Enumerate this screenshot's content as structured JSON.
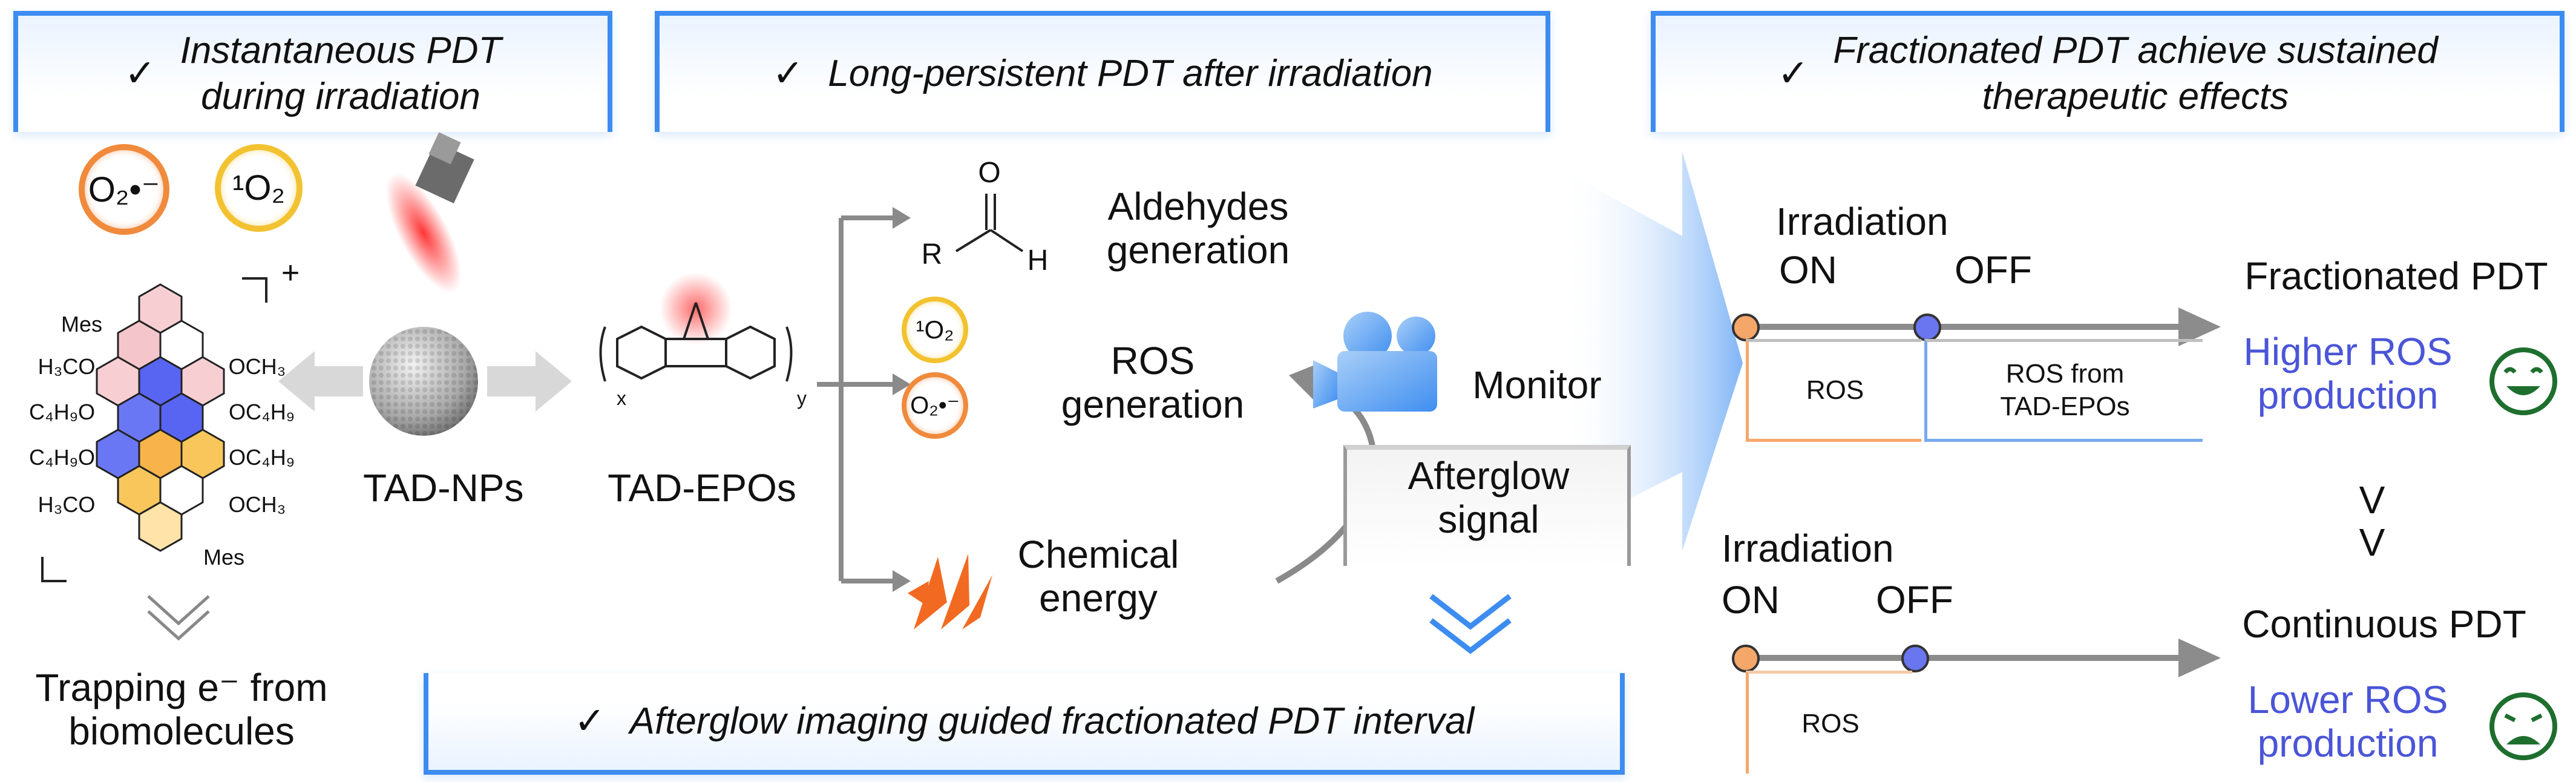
{
  "headers": {
    "h1": "Instantaneous PDT during irradiation",
    "h1_line1": "Instantaneous PDT",
    "h1_line2": "during irradiation",
    "h2": "Long-persistent PDT after irradiation",
    "h3_line1": "Fractionated PDT achieve sustained",
    "h3_line2": "therapeutic effects",
    "bottom": "Afterglow imaging guided fractionated PDT interval",
    "check": "✓"
  },
  "left": {
    "superoxide": "O₂•⁻",
    "singlet": "¹O₂",
    "tad_nps": "TAD-NPs",
    "trapping_line1": "Trapping e⁻ from",
    "trapping_line2": "biomolecules",
    "charge": "+",
    "mes_top": "Mes",
    "mes_bottom": "Mes",
    "sub_h3co_1": "H₃CO",
    "sub_c4h9o_1": "C₄H₉O",
    "sub_c4h9o_2": "C₄H₉O",
    "sub_h3co_2": "H₃CO",
    "sub_och3_1": "OCH₃",
    "sub_oc4h9_1": "OC₄H₉",
    "sub_oc4h9_2": "OC₄H₉",
    "sub_och3_2": "OCH₃"
  },
  "middle": {
    "tad_epos": "TAD-EPOs",
    "epo_x": "x",
    "epo_y": "y",
    "aldehyde_R": "R",
    "aldehyde_O": "O",
    "aldehyde_H": "H",
    "aldehydes_line1": "Aldehydes",
    "aldehydes_line2": "generation",
    "ros_line1": "ROS",
    "ros_line2": "generation",
    "chem_line1": "Chemical",
    "chem_line2": "energy",
    "singlet": "¹O₂",
    "superoxide": "O₂•⁻",
    "monitor": "Monitor",
    "afterglow_line1": "Afterglow",
    "afterglow_line2": "signal"
  },
  "right": {
    "irradiation_1": "Irradiation",
    "on_1": "ON",
    "off_1": "OFF",
    "ros_1": "ROS",
    "ros_from_line1": "ROS from",
    "ros_from_line2": "TAD-EPOs",
    "fractionated": "Fractionated PDT",
    "higher_line1": "Higher ROS",
    "higher_line2": "production",
    "greater": "V",
    "irradiation_2": "Irradiation",
    "on_2": "ON",
    "off_2": "OFF",
    "ros_2": "ROS",
    "continuous": "Continuous PDT",
    "lower_line1": "Lower ROS",
    "lower_line2": "production"
  },
  "colors": {
    "accent_blue": "#3d8cf0",
    "text_blue": "#4a55d8",
    "orange": "#f08a3c",
    "yellow": "#f2c230",
    "red": "#e8202a",
    "green": "#1e6f2e"
  }
}
